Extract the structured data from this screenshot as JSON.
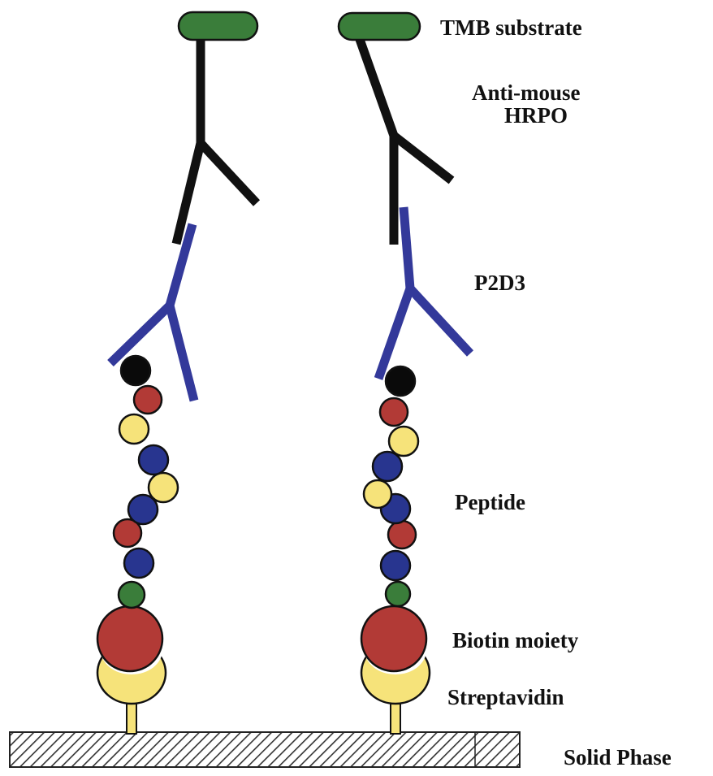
{
  "labels": {
    "tmb_substrate": "TMB substrate",
    "anti_mouse_line1": "Anti-mouse",
    "anti_mouse_line2": "HRPO",
    "p2d3": "P2D3",
    "peptide": "Peptide",
    "biotin_moiety": "Biotin moiety",
    "streptavidin": "Streptavidin",
    "solid_phase": "Solid Phase"
  },
  "colors": {
    "substrate": "#3a7d3a",
    "secondary_antibody": "#111111",
    "primary_antibody": "#33399a",
    "biotin": "#b23a36",
    "streptavidin": "#f6e37a",
    "residue_red": "#b23a36",
    "residue_yellow": "#f6e37a",
    "residue_blue": "#28358f",
    "residue_green": "#3a7d3a",
    "residue_black": "#0a0a0a",
    "solid_phase_hatch": "#333333"
  },
  "assemblies": [
    {
      "name": "left",
      "peptide_residues": [
        "black",
        "red",
        "yellow",
        "blue",
        "yellow",
        "blue",
        "red",
        "blue",
        "green"
      ]
    },
    {
      "name": "right",
      "peptide_residues": [
        "black",
        "red",
        "yellow",
        "blue",
        "yellow",
        "blue",
        "red",
        "blue",
        "green"
      ]
    }
  ]
}
